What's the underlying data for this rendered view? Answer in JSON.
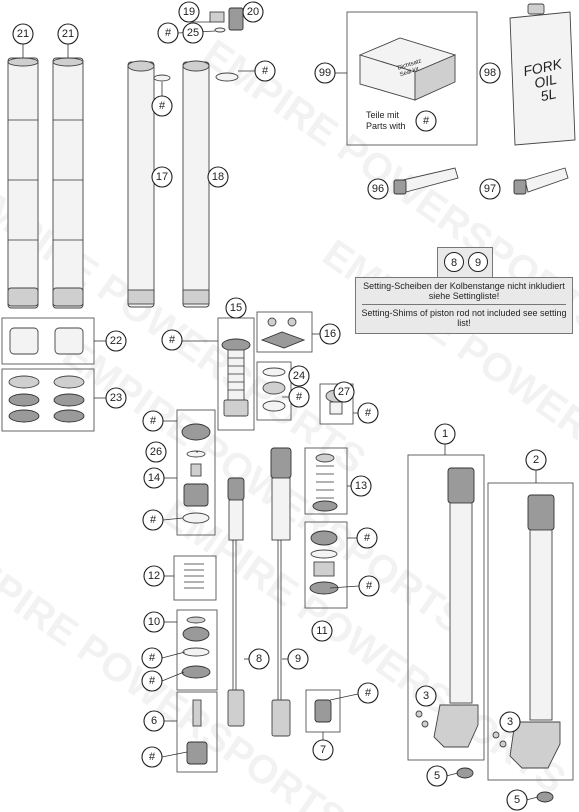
{
  "watermark": "EMPIRE POWERSPORTS",
  "callouts": {
    "c21a": "21",
    "c21b": "21",
    "c19": "19",
    "c20": "20",
    "c25": "25",
    "c99": "99",
    "c98": "98",
    "c17": "17",
    "c18": "18",
    "c96": "96",
    "c97": "97",
    "c15": "15",
    "c16": "16",
    "c22": "22",
    "c23": "23",
    "c24": "24",
    "c27": "27",
    "c26": "26",
    "c14": "14",
    "c13": "13",
    "c12": "12",
    "c10": "10",
    "c11": "11",
    "c8": "8",
    "c9": "9",
    "c6": "6",
    "c7": "7",
    "c1": "1",
    "c2": "2",
    "c3a": "3",
    "c3b": "3",
    "c5a": "5",
    "c5b": "5",
    "c8n": "8",
    "c9n": "9"
  },
  "hash_symbol": "#",
  "seal_kit": {
    "line1": "Dichtsatz",
    "line2": "Seal kit"
  },
  "kit_parts": {
    "de": "Teile mit",
    "en": "Parts with"
  },
  "oil_can": {
    "line1": "FORK",
    "line2": "OIL",
    "line3": "5L"
  },
  "note": {
    "de": "Setting-Scheiben der Kolbenstange nicht inkludiert siehe Settingliste!",
    "en": "Setting-Shims of piston rod not included see setting list!"
  }
}
